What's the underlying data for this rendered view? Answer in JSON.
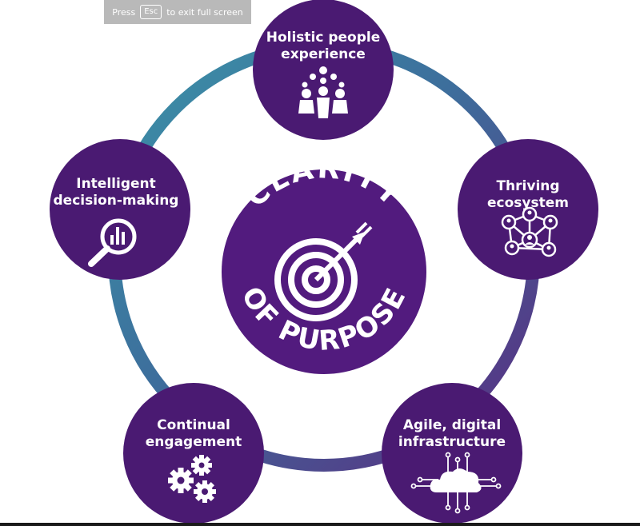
{
  "banner": {
    "press": "Press",
    "key": "Esc",
    "suffix": "to exit full screen"
  },
  "center": {
    "top_text": "CLARITY",
    "bottom_text": "OF PURPOSE"
  },
  "nodes": [
    {
      "line1": "Holistic people",
      "line2": "experience",
      "icon": "people-group-icon"
    },
    {
      "line1": "Thriving",
      "line2": "ecosystem",
      "icon": "network-icon"
    },
    {
      "line1": "Agile, digital",
      "line2": "infrastructure",
      "icon": "cloud-circuit-icon"
    },
    {
      "line1": "Continual",
      "line2": "engagement",
      "icon": "gears-icon"
    },
    {
      "line1": "Intelligent",
      "line2": "decision-making",
      "icon": "magnifier-chart-icon"
    }
  ],
  "colors": {
    "node_purple": "#4a1a72",
    "center_purple": "#521b7e",
    "ring_teal": "#3b93a8",
    "ring_purple": "#5b2a80",
    "icon_white": "#ffffff"
  }
}
